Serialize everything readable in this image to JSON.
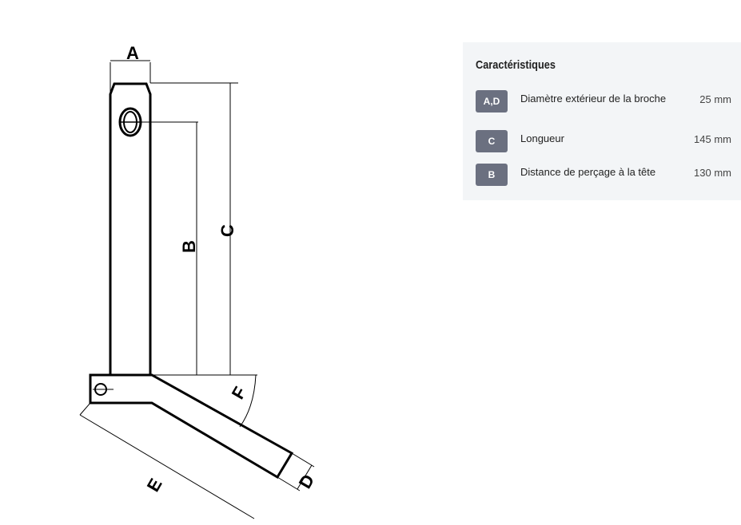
{
  "diagram": {
    "labels": {
      "a": "A",
      "b": "B",
      "c": "C",
      "d": "D",
      "e": "E",
      "f": "F"
    }
  },
  "panel": {
    "title": "Caractéristiques",
    "rows": [
      {
        "badge": "A,D",
        "label": "Diamètre extérieur de la broche",
        "value": "25 mm"
      },
      {
        "badge": "C",
        "label": "Longueur",
        "value": "145 mm"
      },
      {
        "badge": "B",
        "label": "Distance de perçage à la tête",
        "value": "130 mm"
      }
    ]
  }
}
